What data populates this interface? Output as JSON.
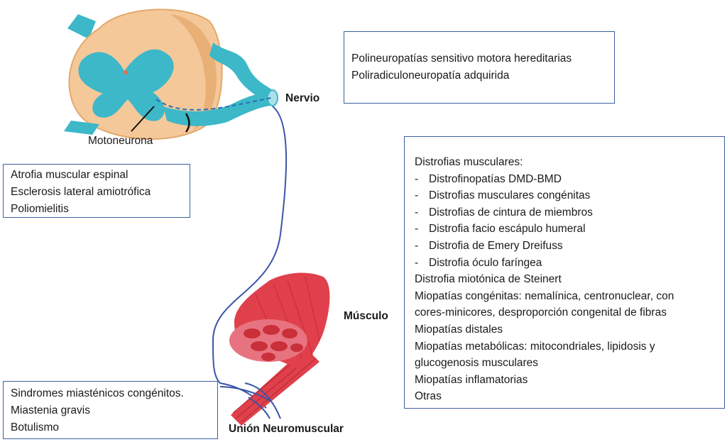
{
  "labels": {
    "motoneurona": "Motoneurona",
    "nervio": "Nervio",
    "musculo": "Músculo",
    "union": "Unión Neuromuscular"
  },
  "box_motoneurona": [
    "Atrofia muscular espinal",
    "Esclerosis lateral amiotrófica",
    "Poliomielitis"
  ],
  "box_nervio": [
    "Polineuropatías sensitivo motora hereditarias",
    "Poliradiculoneuropatía adquirida"
  ],
  "box_union": [
    "Sindromes miasténicos congénitos.",
    "Miastenia gravis",
    "Botulismo"
  ],
  "box_musculo": {
    "heading": "Distrofias musculares:",
    "dash": "-",
    "sub_items": [
      "Distrofinopatías DMD-BMD",
      "Distrofias musculares congénitas",
      "Distrofias de cintura de miembros",
      "Distrofia facio escápulo humeral",
      "Distrofia de Emery Dreifuss",
      "Distrofia óculo faríngea"
    ],
    "items": [
      "Distrofia miotónica de Steinert",
      "Miopatías congénitas: nemalínica, centronuclear, con",
      "cores-minicores, desproporción congenital de fibras",
      "Miopatías distales",
      "Miopatías metabólicas: mitocondriales, lipidosis y",
      "glucogenosis musculares",
      "Miopatías inflamatorias",
      "Otras"
    ]
  },
  "colors": {
    "box_border": "#3d5f9f",
    "spinal_cord": "#f5c89a",
    "grey_matter": "#3cb8c8",
    "nerve_line": "#3a55a8",
    "muscle": "#e0404c"
  }
}
